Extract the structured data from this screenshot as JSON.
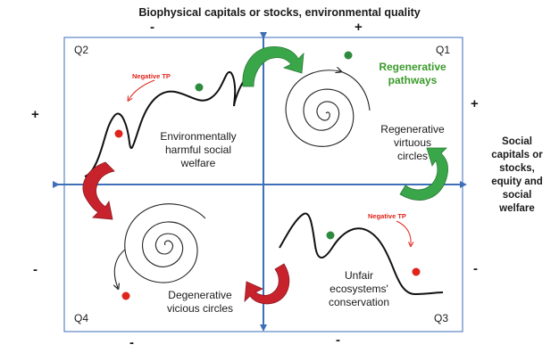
{
  "title": "Biophysical capitals or stocks, environmental quality",
  "signs": {
    "top_minus": "-",
    "top_plus": "+",
    "left_plus": "+",
    "left_minus": "-",
    "right_plus": "+",
    "right_minus": "-",
    "bottom_left_minus": "-",
    "bottom_mid_minus": "-"
  },
  "right_axis_label": [
    "Social",
    "capitals or",
    "stocks,",
    "equity and",
    "social",
    "welfare"
  ],
  "quadrants": {
    "q1": "Q1",
    "q2": "Q2",
    "q3": "Q3",
    "q4": "Q4"
  },
  "regenerative_pathways": [
    "Regenerative",
    "pathways"
  ],
  "regenerative_circles": [
    "Regenerative",
    "virtuous",
    "circles"
  ],
  "env_harmful": [
    "Environmentally",
    "harmful social",
    "welfare"
  ],
  "degenerative": [
    "Degenerative",
    "vicious circles"
  ],
  "unfair": [
    "Unfair",
    "ecosystems'",
    "conservation"
  ],
  "negative_tp_q2": "Negative TP",
  "negative_tp_q3": "Negative TP",
  "colors": {
    "axis": "#3f6fb8",
    "frame": "#5b86c4",
    "green_arrow": "#3aa64a",
    "red_arrow": "#c8232c",
    "green_dot": "#2e8b3e",
    "red_dot": "#e0241b",
    "green_text": "#3b9a2c"
  }
}
